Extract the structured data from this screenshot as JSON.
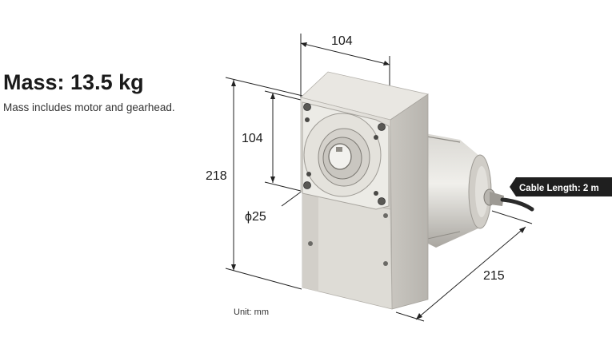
{
  "mass": {
    "title": "Mass: 13.5 kg",
    "note": "Mass includes motor and gearhead."
  },
  "dimensions": {
    "top_width": "104",
    "flange_height": "104",
    "total_height": "218",
    "shaft_diameter": "ϕ25",
    "length": "215"
  },
  "unit_label": "Unit: mm",
  "cable_label": "Cable Length: 2 m",
  "colors": {
    "body_light": "#e4e2dd",
    "body_mid": "#cfccc6",
    "body_dark": "#b3b0aa",
    "label_bg": "#1f1f1f"
  }
}
